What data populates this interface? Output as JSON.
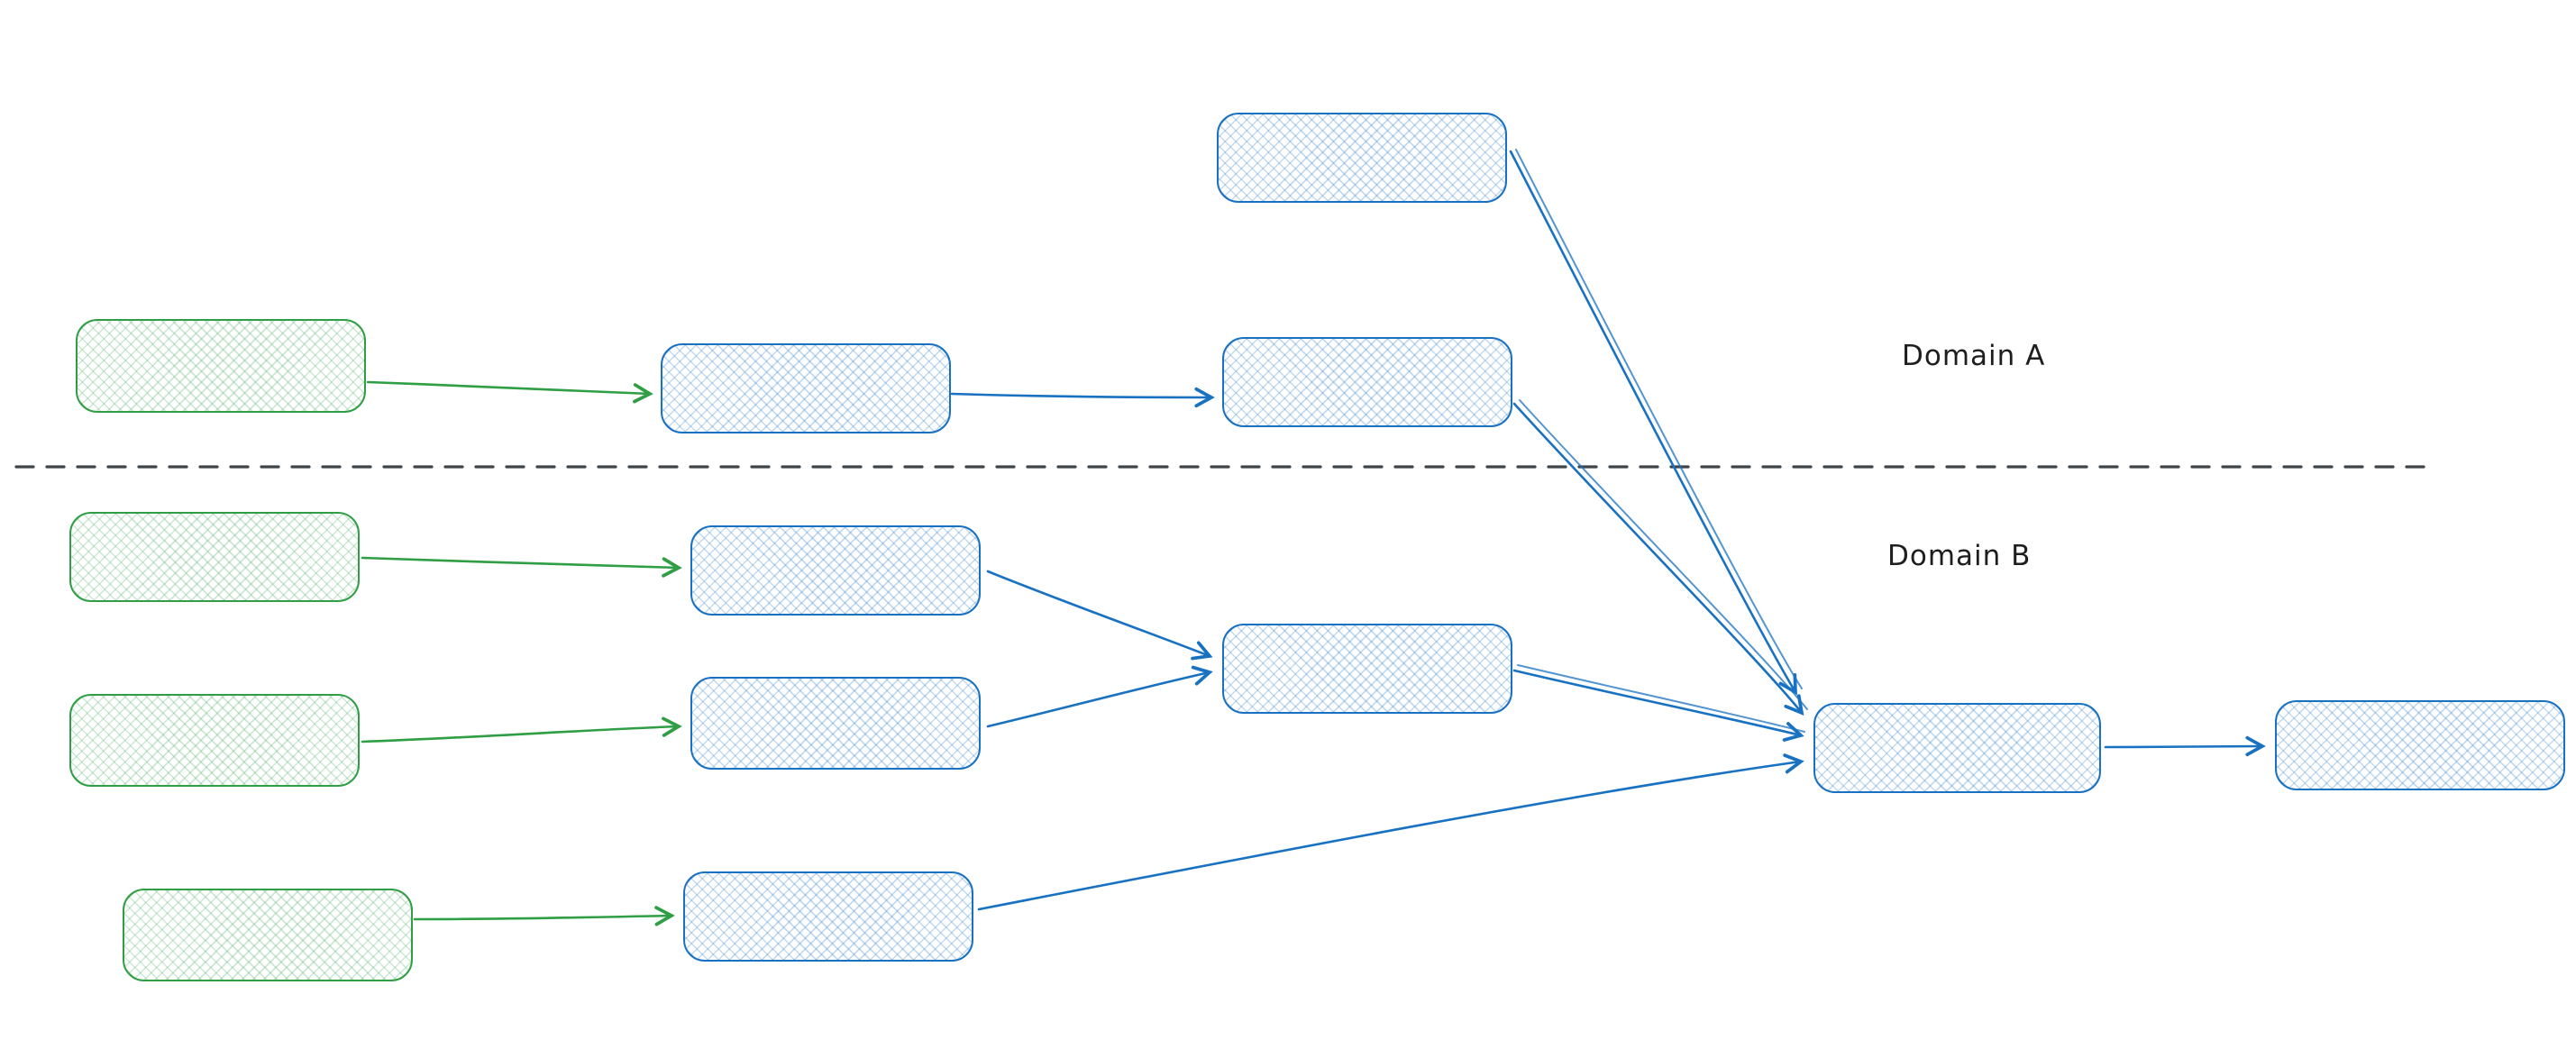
{
  "diagram": {
    "labels": {
      "domain_a": "Domain A",
      "domain_b": "Domain B"
    },
    "colors": {
      "green_stroke": "#2f9e44",
      "green_fill_hatch": "#b2f2bb",
      "blue_stroke": "#1971c2",
      "blue_fill_hatch": "#a5d8ff",
      "divider": "#3f4448",
      "canvas": "#ffffff"
    },
    "nodes": [
      {
        "id": "blue-top",
        "shape": "rounded-rectangle",
        "color": "blue",
        "text": ""
      },
      {
        "id": "green-a",
        "shape": "rounded-rectangle",
        "color": "green",
        "text": ""
      },
      {
        "id": "blue-a1",
        "shape": "rounded-rectangle",
        "color": "blue",
        "text": ""
      },
      {
        "id": "blue-a2",
        "shape": "rounded-rectangle",
        "color": "blue",
        "text": ""
      },
      {
        "id": "green-b1",
        "shape": "rounded-rectangle",
        "color": "green",
        "text": ""
      },
      {
        "id": "blue-b1",
        "shape": "rounded-rectangle",
        "color": "blue",
        "text": ""
      },
      {
        "id": "green-b2",
        "shape": "rounded-rectangle",
        "color": "green",
        "text": ""
      },
      {
        "id": "blue-b2",
        "shape": "rounded-rectangle",
        "color": "blue",
        "text": ""
      },
      {
        "id": "blue-mid",
        "shape": "rounded-rectangle",
        "color": "blue",
        "text": ""
      },
      {
        "id": "green-b3",
        "shape": "rounded-rectangle",
        "color": "green",
        "text": ""
      },
      {
        "id": "blue-b3",
        "shape": "rounded-rectangle",
        "color": "blue",
        "text": ""
      },
      {
        "id": "blue-sink",
        "shape": "rounded-rectangle",
        "color": "blue",
        "text": ""
      },
      {
        "id": "blue-end",
        "shape": "rounded-rectangle",
        "color": "blue",
        "text": ""
      }
    ],
    "edges": [
      {
        "from": "green-a",
        "to": "blue-a1",
        "color": "green"
      },
      {
        "from": "blue-a1",
        "to": "blue-a2",
        "color": "blue"
      },
      {
        "from": "blue-top",
        "to": "blue-sink",
        "color": "blue"
      },
      {
        "from": "blue-a2",
        "to": "blue-sink",
        "color": "blue"
      },
      {
        "from": "green-b1",
        "to": "blue-b1",
        "color": "green"
      },
      {
        "from": "green-b2",
        "to": "blue-b2",
        "color": "green"
      },
      {
        "from": "green-b3",
        "to": "blue-b3",
        "color": "green"
      },
      {
        "from": "blue-b1",
        "to": "blue-mid",
        "color": "blue"
      },
      {
        "from": "blue-b2",
        "to": "blue-mid",
        "color": "blue"
      },
      {
        "from": "blue-mid",
        "to": "blue-sink",
        "color": "blue"
      },
      {
        "from": "blue-b3",
        "to": "blue-sink",
        "color": "blue"
      },
      {
        "from": "blue-sink",
        "to": "blue-end",
        "color": "blue"
      }
    ]
  }
}
